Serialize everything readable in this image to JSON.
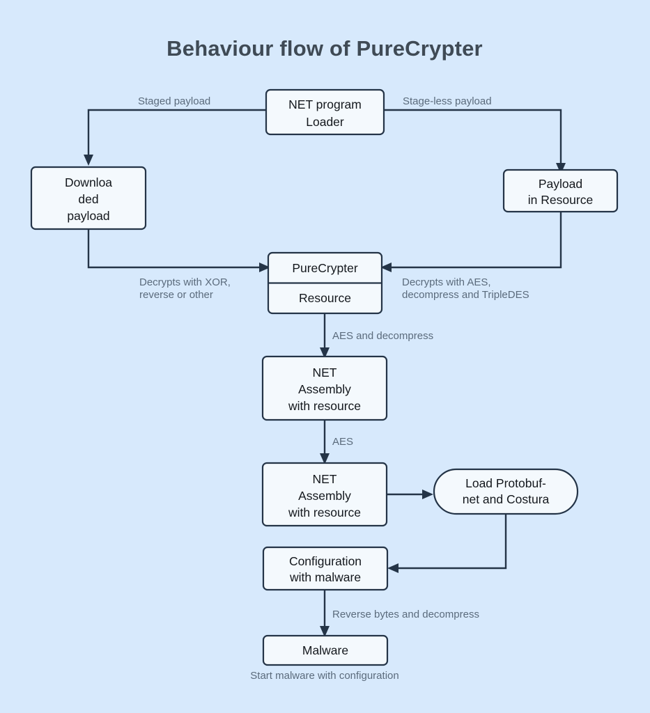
{
  "diagram": {
    "title": "Behaviour flow of PureCrypter",
    "type": "flowchart",
    "background_color": "#d7e9fc",
    "node_fill_color": "#f4f9fd",
    "node_border_color": "#243447",
    "node_text_color": "#14181d",
    "edge_label_color": "#5b6b7c",
    "title_color": "#3f4a55",
    "nodes": [
      {
        "id": "loader",
        "shape": "rect",
        "lines": [
          "NET program",
          "Loader"
        ]
      },
      {
        "id": "downloaded-payload",
        "shape": "rect",
        "lines": [
          "Downloa",
          "ded",
          "payload"
        ]
      },
      {
        "id": "payload-in-resource",
        "shape": "rect",
        "lines": [
          "Payload",
          "in Resource"
        ]
      },
      {
        "id": "purecrypter",
        "shape": "rect-split",
        "lines": [
          "PureCrypter",
          "Resource"
        ]
      },
      {
        "id": "net-assembly-1",
        "shape": "rect",
        "lines": [
          "NET",
          "Assembly",
          "with resource"
        ]
      },
      {
        "id": "net-assembly-2",
        "shape": "rect",
        "lines": [
          "NET",
          "Assembly",
          "with resource"
        ]
      },
      {
        "id": "load-protobuf",
        "shape": "stadium",
        "lines": [
          "Load Protobuf-",
          "net and Costura"
        ]
      },
      {
        "id": "configuration",
        "shape": "rect",
        "lines": [
          "Configuration",
          "with malware"
        ]
      },
      {
        "id": "malware",
        "shape": "rect",
        "lines": [
          "Malware"
        ]
      }
    ],
    "edges": [
      {
        "id": "loader-to-downloaded",
        "from": "loader",
        "to": "downloaded-payload",
        "label": "Staged payload"
      },
      {
        "id": "loader-to-payload-resource",
        "from": "loader",
        "to": "payload-in-resource",
        "label": "Stage-less payload"
      },
      {
        "id": "downloaded-to-purecrypter",
        "from": "downloaded-payload",
        "to": "purecrypter",
        "label_lines": [
          "Decrypts with XOR,",
          "reverse or other"
        ]
      },
      {
        "id": "payload-resource-to-purecrypter",
        "from": "payload-in-resource",
        "to": "purecrypter",
        "label_lines": [
          "Decrypts with AES,",
          "decompress and TripleDES"
        ]
      },
      {
        "id": "purecrypter-to-assembly1",
        "from": "purecrypter",
        "to": "net-assembly-1",
        "label": "AES and decompress"
      },
      {
        "id": "assembly1-to-assembly2",
        "from": "net-assembly-1",
        "to": "net-assembly-2",
        "label": "AES"
      },
      {
        "id": "assembly2-to-protobuf",
        "from": "net-assembly-2",
        "to": "load-protobuf",
        "label": ""
      },
      {
        "id": "protobuf-to-configuration",
        "from": "load-protobuf",
        "to": "configuration",
        "label": ""
      },
      {
        "id": "configuration-to-malware",
        "from": "configuration",
        "to": "malware",
        "label": "Reverse bytes and decompress"
      }
    ],
    "caption": "Start malware with configuration"
  }
}
